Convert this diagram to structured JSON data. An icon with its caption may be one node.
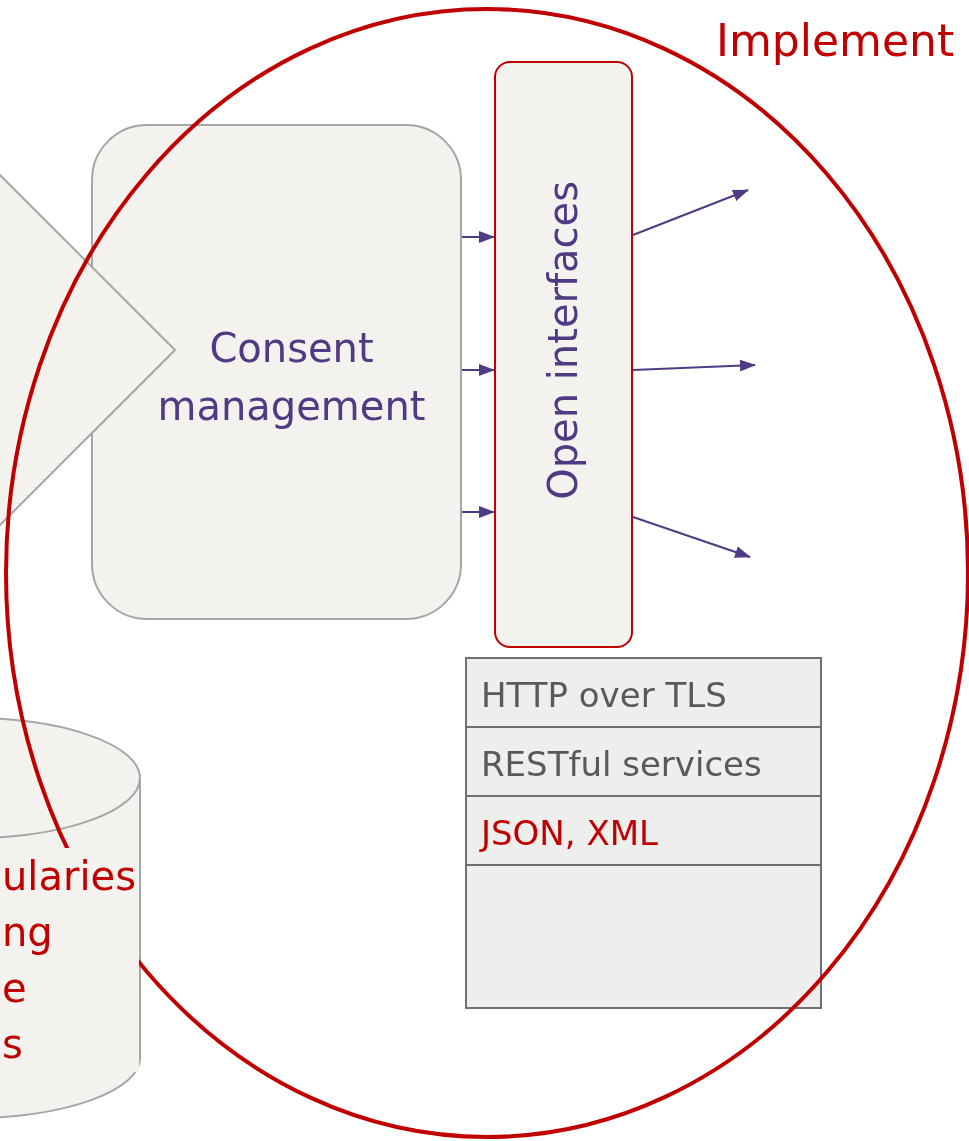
{
  "diagram": {
    "nodes": [
      {
        "text": [],
        "shape": "diamond"
      },
      {
        "text": [
          "Consent management"
        ]
      },
      {
        "text": [
          "Open interfaces"
        ]
      },
      {
        "text": [
          "ularies ng e s"
        ]
      }
    ],
    "edges": [
      {
        "from": 1,
        "to": 2,
        "arrow": "to"
      },
      {
        "from": 1,
        "to": 2,
        "arrow": "to"
      },
      {
        "from": 1,
        "to": 2,
        "arrow": "to"
      },
      {
        "from": 2,
        "to": null,
        "arrow": "to"
      },
      {
        "from": 2,
        "to": null,
        "arrow": "to"
      },
      {
        "from": 2,
        "to": null,
        "arrow": "to"
      }
    ],
    "labels": [
      "Implement",
      "HTTP over TLS",
      "RESTful services",
      "JSON, XML"
    ]
  }
}
